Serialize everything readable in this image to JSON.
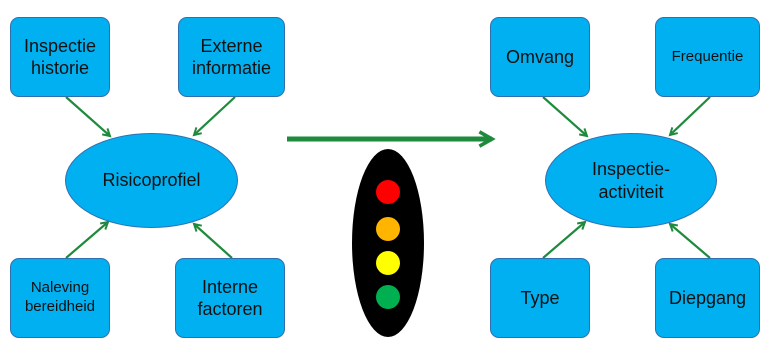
{
  "diagram": {
    "left_cluster": {
      "center": {
        "line1": "Risicoprofiel"
      },
      "top_left": {
        "line1": "Inspectie",
        "line2": "historie"
      },
      "top_right": {
        "line1": "Externe",
        "line2": "informatie"
      },
      "bottom_left": {
        "line1": "Naleving",
        "line2": "bereidheid"
      },
      "bottom_right": {
        "line1": "Interne",
        "line2": "factoren"
      }
    },
    "right_cluster": {
      "center": {
        "line1": "Inspectie-",
        "line2": "activiteit"
      },
      "top_left": {
        "line1": "Omvang"
      },
      "top_right": {
        "line1": "Frequentie"
      },
      "bottom_left": {
        "line1": "Type"
      },
      "bottom_right": {
        "line1": "Diepgang"
      }
    },
    "traffic_light": {
      "lights": [
        "red",
        "orange",
        "yellow",
        "green"
      ]
    }
  },
  "colors": {
    "node_fill": "#00b0f0",
    "node_border": "#2f6fb0",
    "arrow": "#1e8a3c",
    "traffic_light_body": "#000000",
    "red": "#ff0000",
    "orange": "#ffb400",
    "yellow": "#ffff00",
    "green": "#00b050"
  }
}
